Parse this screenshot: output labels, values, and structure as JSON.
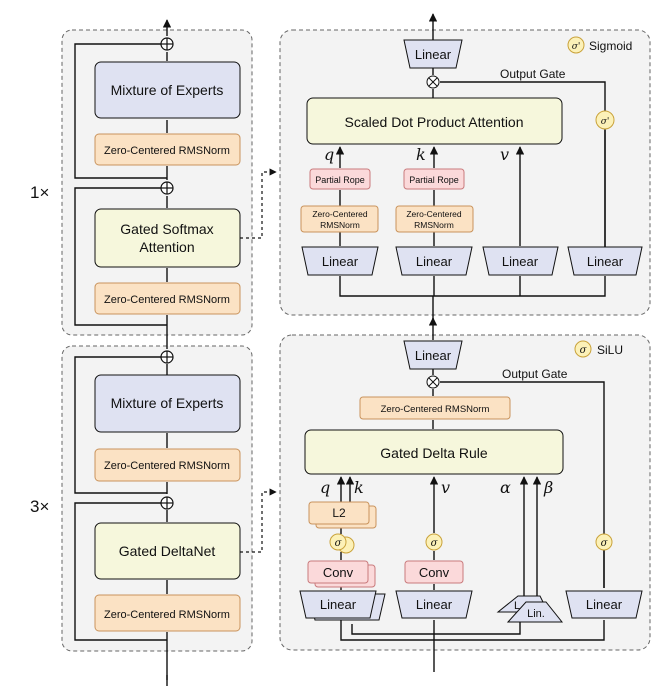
{
  "colors": {
    "moe_fill": "#dfe2f2",
    "norm_fill": "#fbe2c4",
    "norm_stroke": "#c9935c",
    "attn_fill": "#f6f7dc",
    "rope_fill": "#fbd9da",
    "linear_fill": "#dfe2f2",
    "gate_fill": "#fcf1b8",
    "panel_fill": "#f3f3f3"
  },
  "top": {
    "multiplier": "1×",
    "moe": "Mixture of Experts",
    "norm_top": "Zero-Centered RMSNorm",
    "block_line1": "Gated Softmax",
    "block_line2": "Attention",
    "norm_bottom": "Zero-Centered RMSNorm"
  },
  "bottom": {
    "multiplier": "3×",
    "moe": "Mixture of Experts",
    "norm_top": "Zero-Centered RMSNorm",
    "block": "Gated DeltaNet",
    "norm_bottom": "Zero-Centered RMSNorm"
  },
  "attn_panel": {
    "legend_symbol": "σ'",
    "legend_label": "Sigmoid",
    "out_linear": "Linear",
    "output_gate": "Output Gate",
    "sdpa": "Scaled Dot Product Attention",
    "q": "q",
    "k": "k",
    "v": "v",
    "rope": "Partial Rope",
    "norm_line1": "Zero-Centered",
    "norm_line2": "RMSNorm",
    "linear": "Linear",
    "gate_symbol": "σ'"
  },
  "delta_panel": {
    "legend_symbol": "σ",
    "legend_label": "SiLU",
    "out_linear": "Linear",
    "output_gate": "Output Gate",
    "norm": "Zero-Centered RMSNorm",
    "rule": "Gated Delta Rule",
    "q": "q",
    "k": "k",
    "v": "v",
    "alpha": "α",
    "beta": "β",
    "l2": "L2",
    "sigma": "σ",
    "conv": "Conv",
    "linear": "Linear",
    "lin_back": "L",
    "lin_front": "Lin."
  }
}
